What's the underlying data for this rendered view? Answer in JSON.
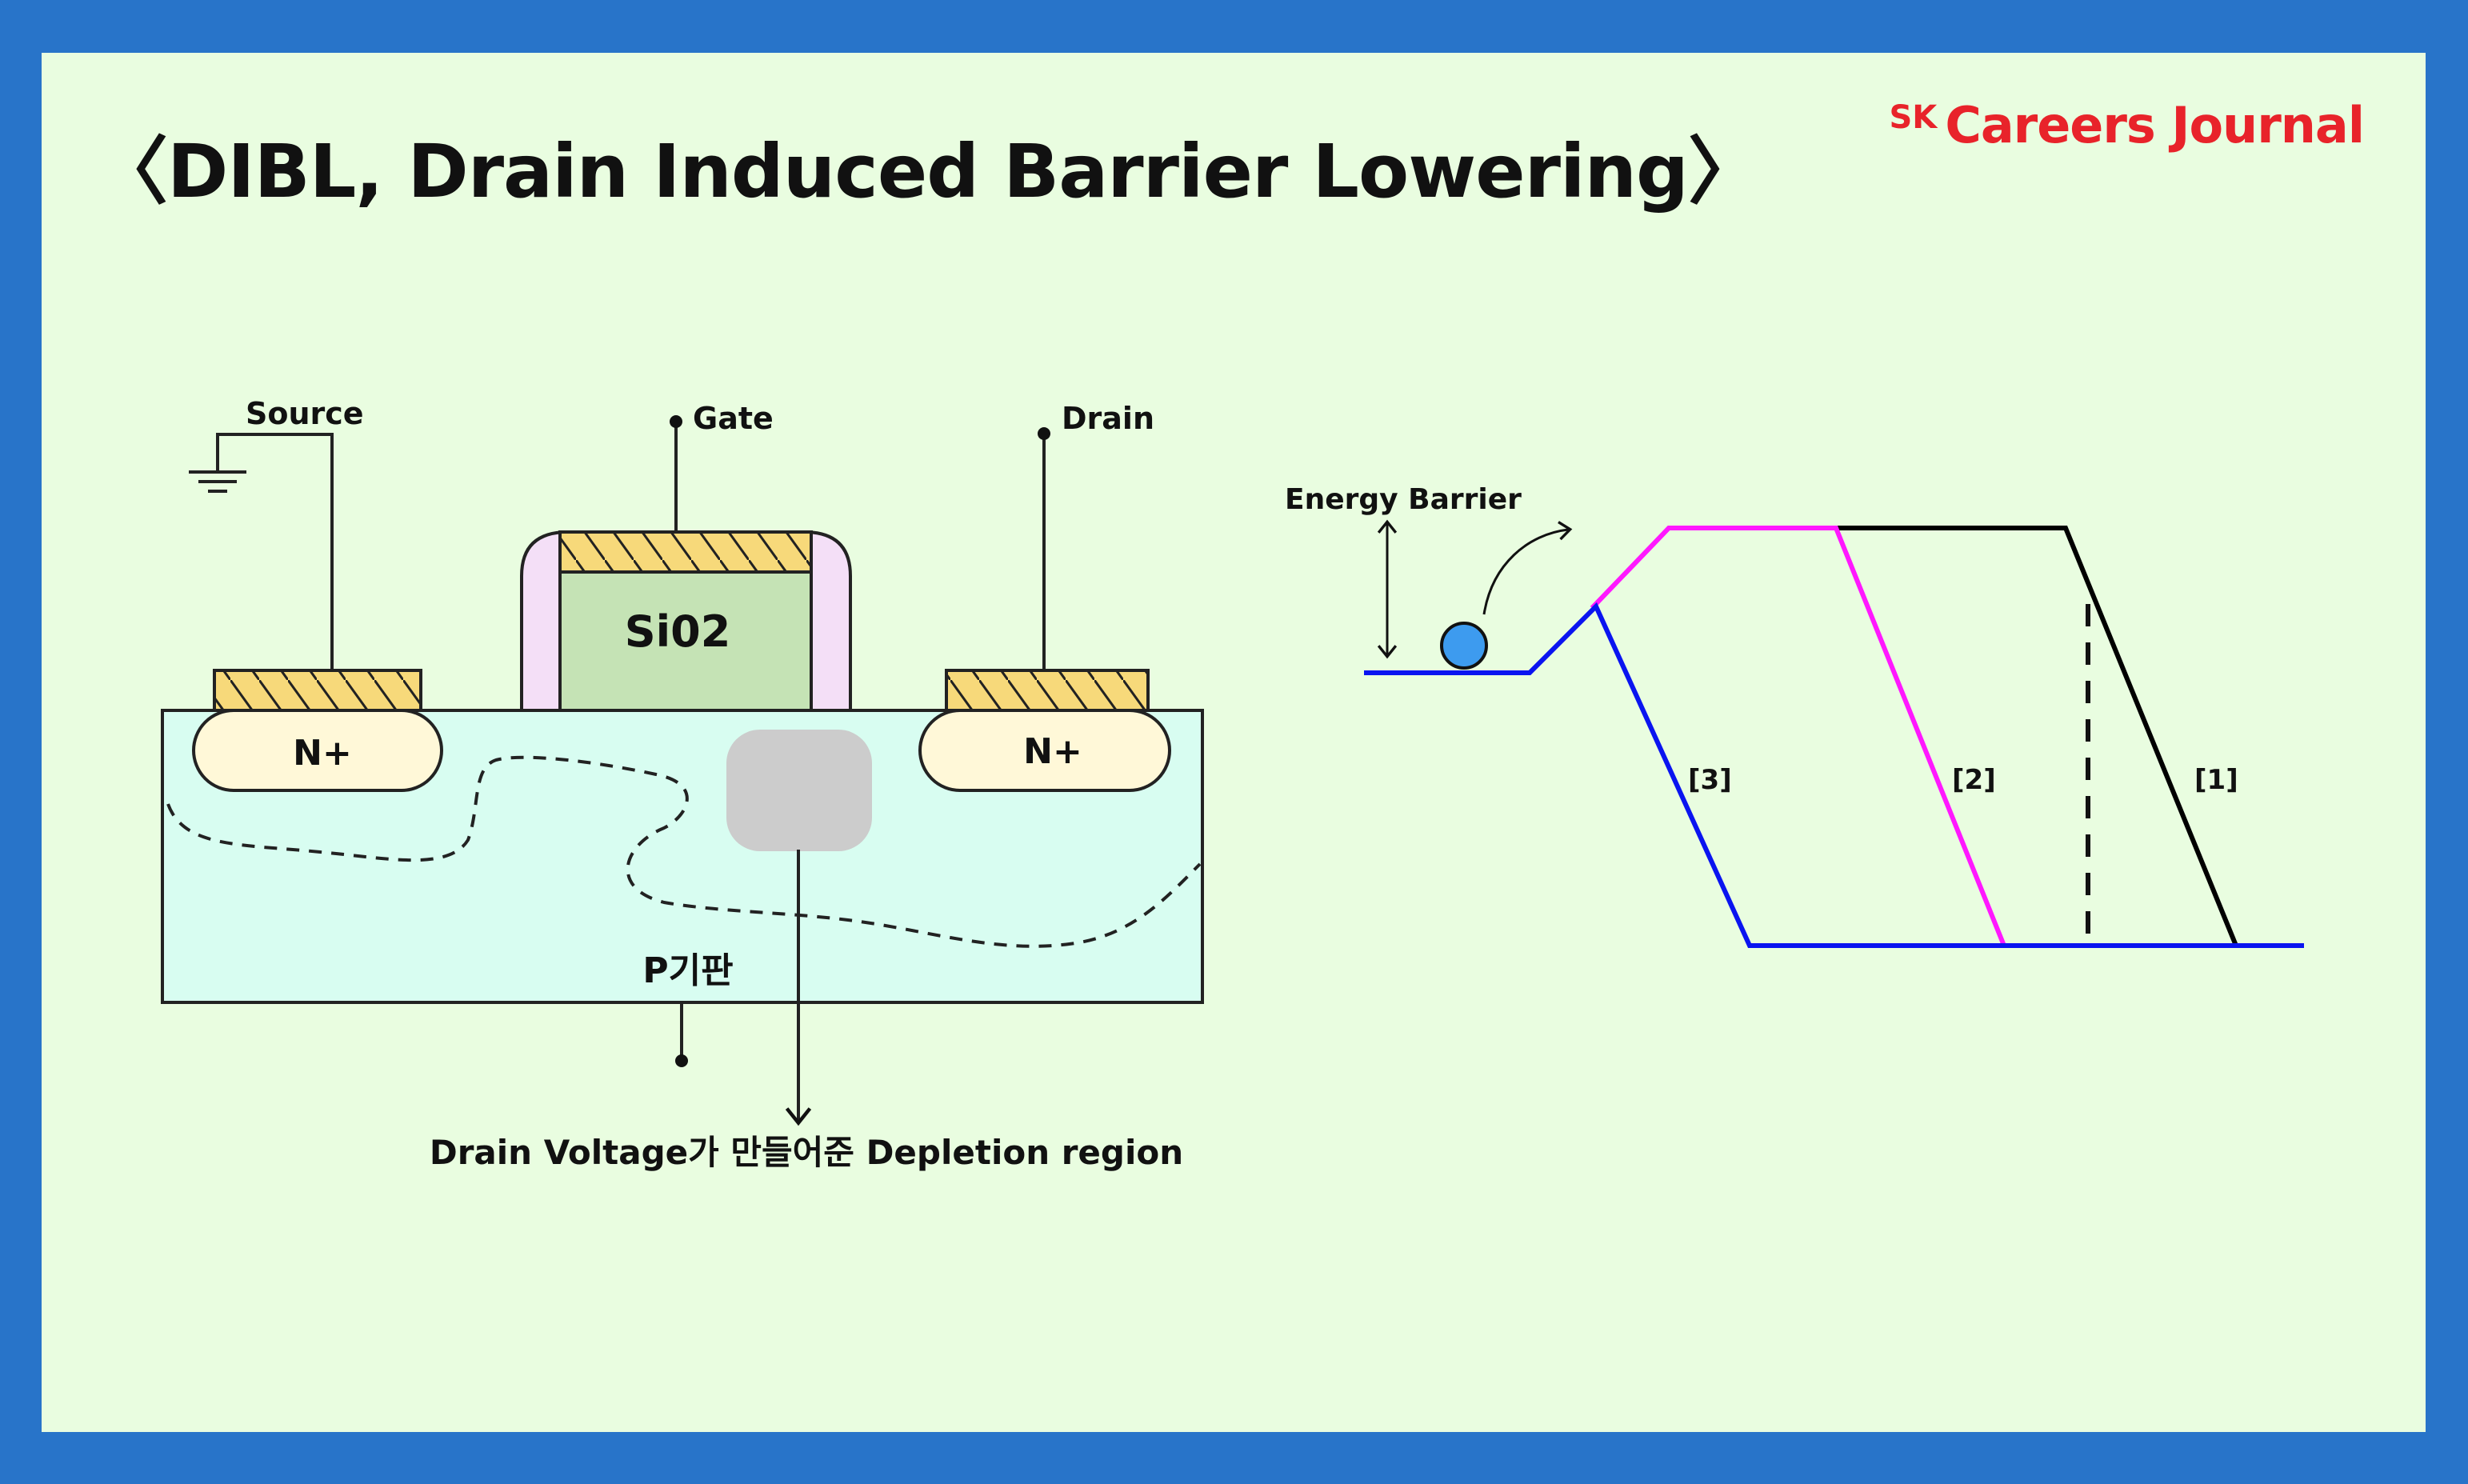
{
  "title": "〈DIBL, Drain Induced Barrier Lowering〉",
  "logo": {
    "prefix": "SK",
    "name": "Careers Journal",
    "color": "#e8232a"
  },
  "mosfet": {
    "source_label": "Source",
    "gate_label": "Gate",
    "drain_label": "Drain",
    "oxide_label": "Si02",
    "n_plus_left": "N+",
    "n_plus_right": "N+",
    "substrate_label": "P기판",
    "depletion_caption": "Drain Voltage가 만들어준 Depletion region"
  },
  "energy": {
    "barrier_label": "Energy Barrier",
    "curve_labels": [
      "[3]",
      "[2]",
      "[1]"
    ]
  },
  "colors": {
    "frame": "#2874c9",
    "panel": "#e9fde0",
    "substrate": "#d8fdf1",
    "n_plus": "#fff8d8",
    "contact": "#f7d97a",
    "oxide": "#c5e3b5",
    "spacer": "#f4dff7",
    "depletion_blob": "#cccccc",
    "curve_low": "#0a14f0",
    "curve_mid": "#ff18ff",
    "curve_high": "#000000",
    "electron": "#3d9bef"
  }
}
